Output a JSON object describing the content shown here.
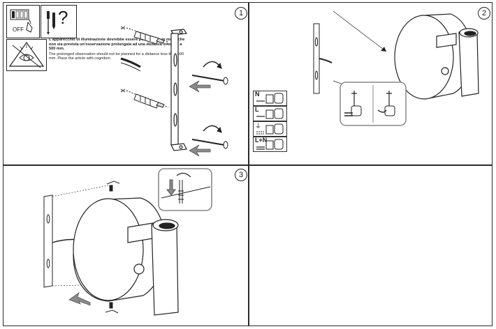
{
  "panels": {
    "p1": {
      "step": "1",
      "off_label": "OFF",
      "question_mark": "?",
      "note_it": "L'apparecchio di illuminazione dovrebbe essere posizionato in modo che non sia prevista un'osservazione prolungata ad una distanza inferiore a 500 mm.",
      "note_en": "The prolonged observation should not be planned for a distance less than 500 mm. Place the article with cognition."
    },
    "p2": {
      "step": "2",
      "wiring": [
        {
          "label": "N"
        },
        {
          "label": "L"
        },
        {
          "label": "⏚"
        },
        {
          "label": "L+N"
        }
      ]
    },
    "p3": {
      "step": "3"
    }
  },
  "icons": {
    "power_off": "power-off-switch-icon",
    "tools": "screwdriver-icon",
    "eye_warning": "eye-distance-warning-icon"
  },
  "colors": {
    "line": "#2b2b2b",
    "arrow_fill": "#8a8a8a",
    "arrow_stroke": "#555555",
    "paper": "#ffffff"
  }
}
